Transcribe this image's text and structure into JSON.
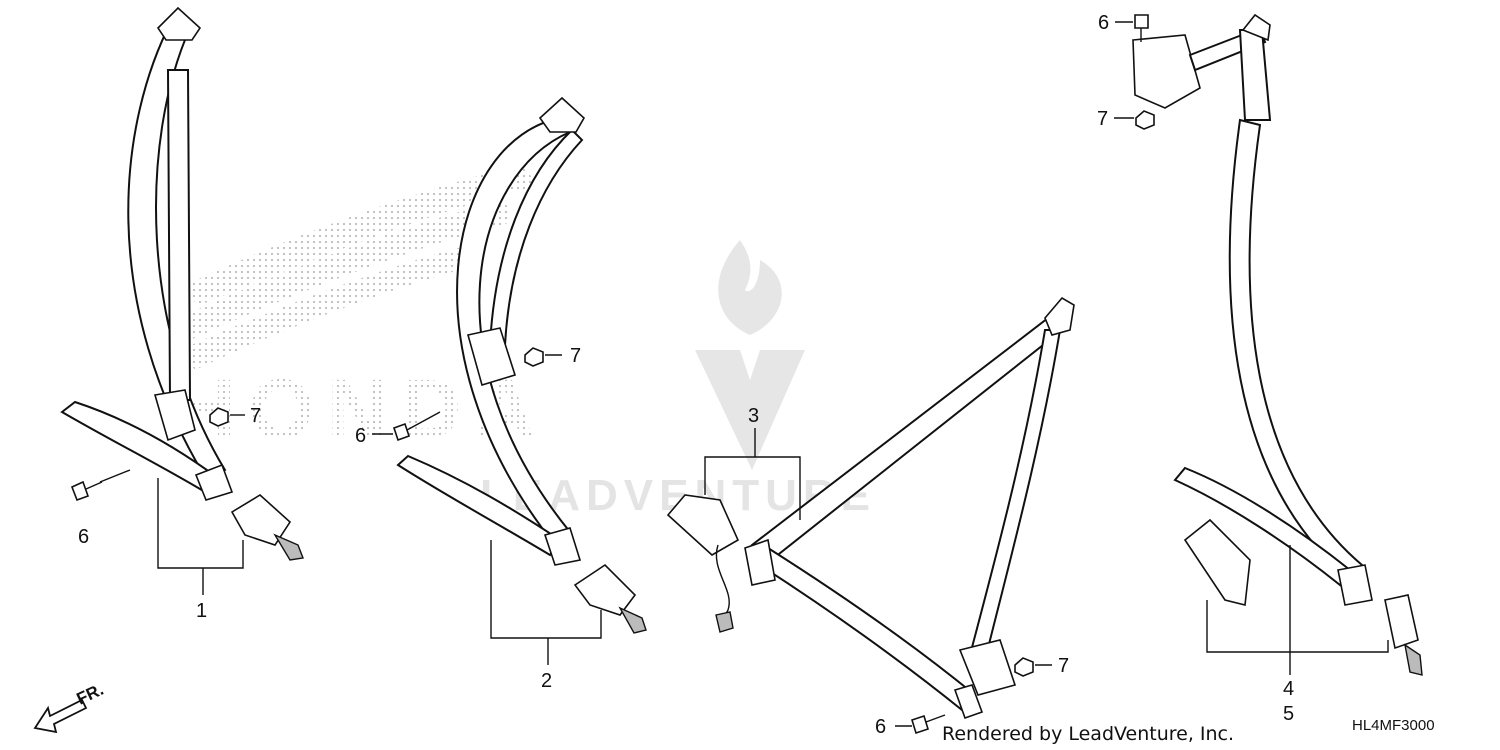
{
  "diagram": {
    "callouts": {
      "p1": "1",
      "p2": "2",
      "p3": "3",
      "p4": "4",
      "p5": "5",
      "bolt_a": "6",
      "bolt_b": "6",
      "bolt_c": "6",
      "bolt_d": "6",
      "nut_a": "7",
      "nut_b": "7",
      "nut_c": "7",
      "nut_d": "7"
    },
    "direction_marker": "FR.",
    "credit": "Rendered by LeadVenture, Inc.",
    "drawing_code": "HL4MF3000",
    "watermark": {
      "brand_letters": "HONDA",
      "text": "LEADVENTURE"
    }
  }
}
